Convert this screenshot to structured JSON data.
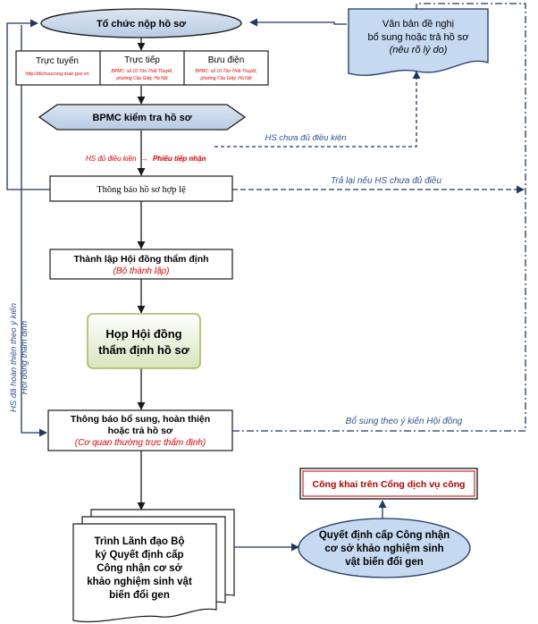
{
  "top": {
    "start": "Tổ chức nộp hồ sơ"
  },
  "channels": [
    {
      "title": "Trực tuyến",
      "detail": [
        "http://dichvucong.mae.gov.vn"
      ]
    },
    {
      "title": "Trực tiếp",
      "detail": [
        "BPMC: số 10 Tôn Thất Thuyết,",
        "phường Cầu Giấy, Hà Nội"
      ]
    },
    {
      "title": "Bưu điện",
      "detail": [
        "BPMC: số 10 Tôn Thất Thuyết,",
        "phường Cầu Giấy, Hà Nội"
      ]
    }
  ],
  "check": {
    "label": "BPMC kiểm tra hồ sơ"
  },
  "request_doc": {
    "line1": "Văn bản đề nghị",
    "line2": "bổ sung hoặc trả hồ sơ",
    "line3": "(nêu rõ lý do)"
  },
  "edges": {
    "incomplete": "HS chưa đủ điều kiện",
    "enough": "HS đủ điều kiện",
    "enough_arrow": "→",
    "receipt": "Phiếu tiếp nhận",
    "return": "Trả lại nếu HS chưa đủ điều",
    "supplement": "Bổ sung theo ý kiến Hội đồng",
    "left_loop": [
      "HS đã hoàn thiện theo ý kiến",
      "Hội đồng thẩm định"
    ]
  },
  "valid_notice": {
    "label": "Thông báo hồ sơ hợp lệ"
  },
  "council": {
    "line1": "Thành lập Hội đồng thẩm định",
    "line2": "(Bộ thành lập)"
  },
  "meeting": {
    "line1": "Họp Hội đồng",
    "line2": "thẩm định hồ sơ"
  },
  "supplement_notice": {
    "line1": "Thông báo bổ sung, hoàn thiện",
    "line2": "hoặc trả hồ sơ",
    "line3": "(Cơ quan thường trực thẩm định)"
  },
  "publish": {
    "label": "Công khai trên Cổng dịch vụ công"
  },
  "submit": {
    "lines": [
      "Trình Lãnh đạo Bộ",
      "ký Quyết định cấp",
      "Công nhận cơ sở",
      "khảo nghiệm sinh vật",
      "biến đổi gen"
    ]
  },
  "decision": {
    "lines": [
      "Quyết định cấp Công nhận",
      "cơ sở khảo nghiệm sinh",
      "vật biến đổi gen"
    ]
  },
  "colors": {
    "line": "#1f3864",
    "blue_text": "#2f5496",
    "red": "#ff0000",
    "shape_fill": "#c5d9f1",
    "doc_fill": "#c5d9f1",
    "meeting_top": "#ffffff",
    "meeting_bottom": "#d8e4bc",
    "meeting_border": "#9bbb59",
    "publish_border": "#c00000"
  }
}
